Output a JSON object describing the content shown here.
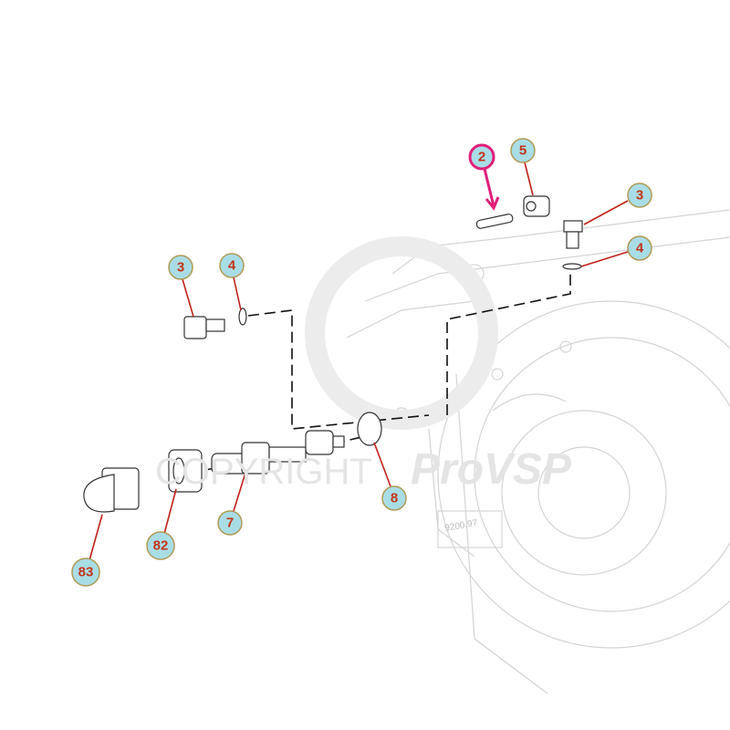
{
  "diagram": {
    "watermark": {
      "text1": "COPYRIGHT",
      "text2": "ProVSP"
    },
    "engine_stamp": "9200.97",
    "callouts": [
      {
        "id": "2",
        "label": "2",
        "highlighted": true
      },
      {
        "id": "5",
        "label": "5"
      },
      {
        "id": "3r",
        "label": "3"
      },
      {
        "id": "4r",
        "label": "4"
      },
      {
        "id": "3l",
        "label": "3"
      },
      {
        "id": "4l",
        "label": "4"
      },
      {
        "id": "8",
        "label": "8"
      },
      {
        "id": "7",
        "label": "7"
      },
      {
        "id": "82",
        "label": "82"
      },
      {
        "id": "83",
        "label": "83"
      }
    ],
    "colors": {
      "callout_fill": "#a9dde6",
      "callout_text": "#c2341a",
      "leader": "#c0201a",
      "highlight": "#e0207a"
    }
  }
}
